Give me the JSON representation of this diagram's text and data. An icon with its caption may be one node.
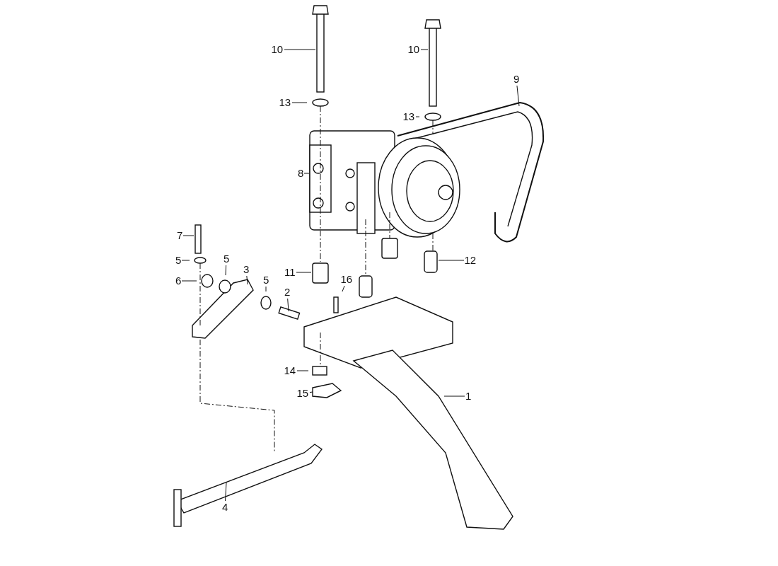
{
  "diagram": {
    "nodes": [
      {
        "text": [
          "10"
        ]
      },
      {
        "text": [
          "10"
        ]
      },
      {
        "text": [
          "9"
        ]
      },
      {
        "text": [
          "13"
        ]
      },
      {
        "text": [
          "13"
        ]
      },
      {
        "text": [
          "8"
        ]
      },
      {
        "text": [
          "7"
        ]
      },
      {
        "text": [
          "5"
        ]
      },
      {
        "text": [
          "5"
        ]
      },
      {
        "text": [
          "12"
        ]
      },
      {
        "text": [
          "6"
        ]
      },
      {
        "text": [
          "3"
        ]
      },
      {
        "text": [
          "11"
        ]
      },
      {
        "text": [
          "5"
        ]
      },
      {
        "text": [
          "16"
        ]
      },
      {
        "text": [
          "2"
        ]
      },
      {
        "text": [
          "14"
        ]
      },
      {
        "text": [
          "15"
        ]
      },
      {
        "text": [
          "1"
        ]
      },
      {
        "text": [
          "4"
        ]
      }
    ],
    "edges": [
      {
        "from": 0,
        "to": null,
        "arrow": "none"
      },
      {
        "from": 1,
        "to": null,
        "arrow": "none"
      },
      {
        "from": 2,
        "to": null,
        "arrow": "none"
      },
      {
        "from": 3,
        "to": null,
        "arrow": "none"
      },
      {
        "from": 4,
        "to": null,
        "arrow": "none"
      },
      {
        "from": 5,
        "to": null,
        "arrow": "none"
      },
      {
        "from": 6,
        "to": null,
        "arrow": "none"
      },
      {
        "from": 7,
        "to": null,
        "arrow": "none"
      },
      {
        "from": 8,
        "to": null,
        "arrow": "none"
      },
      {
        "from": 9,
        "to": null,
        "arrow": "none"
      },
      {
        "from": 10,
        "to": null,
        "arrow": "none"
      },
      {
        "from": 11,
        "to": null,
        "arrow": "none"
      },
      {
        "from": 12,
        "to": null,
        "arrow": "none"
      },
      {
        "from": 13,
        "to": null,
        "arrow": "none"
      },
      {
        "from": 14,
        "to": null,
        "arrow": "none"
      },
      {
        "from": 15,
        "to": null,
        "arrow": "none"
      },
      {
        "from": 16,
        "to": null,
        "arrow": "none"
      },
      {
        "from": 17,
        "to": null,
        "arrow": "none"
      },
      {
        "from": 18,
        "to": null,
        "arrow": "none"
      },
      {
        "from": 19,
        "to": null,
        "arrow": "none"
      }
    ]
  }
}
